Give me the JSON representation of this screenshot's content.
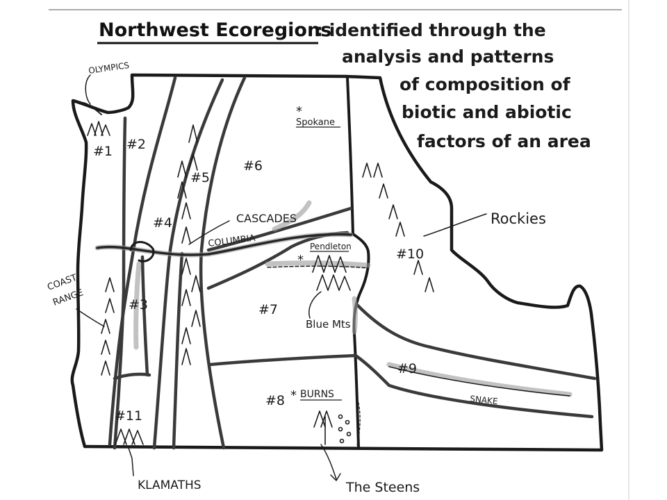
{
  "title": "Northwest Ecoregions",
  "subtitle": [
    ": identified through the",
    "analysis and patterns",
    "of composition of",
    "biotic and abiotic",
    "factors of an area"
  ],
  "regions": [
    {
      "number": "#1"
    },
    {
      "number": "#2"
    },
    {
      "number": "#3"
    },
    {
      "number": "#4"
    },
    {
      "number": "#5"
    },
    {
      "number": "#6"
    },
    {
      "number": "#7"
    },
    {
      "number": "#8"
    },
    {
      "number": "#9"
    },
    {
      "number": "#10"
    },
    {
      "number": "#11"
    }
  ],
  "features": {
    "olympics": "OLYMPICS",
    "coast_range": [
      "COAST",
      "RANGE"
    ],
    "cascades": "CASCADES",
    "columbia": "COLUMBIA",
    "rockies": "Rockies",
    "blue_mts": "Blue Mts",
    "snake": "SNAKE",
    "klamaths": "KLAMATHS",
    "steens": "The Steens"
  },
  "cities": {
    "spokane": "Spokane",
    "pendleton": "Pendleton",
    "burns": "BURNS"
  },
  "city_marker": "*"
}
